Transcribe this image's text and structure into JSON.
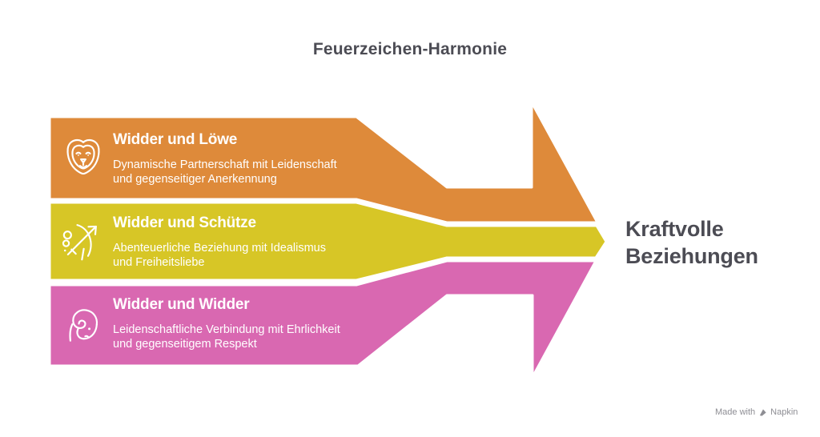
{
  "title": "Feuerzeichen-Harmonie",
  "bands": [
    {
      "icon": "leo-icon",
      "heading": "Widder und Löwe",
      "desc_line1": "Dynamische Partnerschaft mit Leidenschaft",
      "desc_line2": "und gegenseitiger Anerkennung",
      "color": "#DE8A3A"
    },
    {
      "icon": "sagittarius-icon",
      "heading": "Widder und Schütze",
      "desc_line1": "Abenteuerliche Beziehung mit Idealismus",
      "desc_line2": "und Freiheitsliebe",
      "color": "#D7C626"
    },
    {
      "icon": "aries-icon",
      "heading": "Widder und Widder",
      "desc_line1": "Leidenschaftliche Verbindung mit Ehrlichkeit",
      "desc_line2": "und gegenseitigem Respekt",
      "color": "#D968B1"
    }
  ],
  "result": {
    "line1": "Kraftvolle",
    "line2": "Beziehungen"
  },
  "watermark": {
    "prefix": "Made with",
    "brand": "Napkin"
  },
  "colors": {
    "band_orange": "#DE8A3A",
    "band_yellow": "#D7C626",
    "band_pink": "#D968B1",
    "dark_text": "#4C4C54",
    "band_text": "#FFFFFF",
    "watermark_text": "#8E8E94",
    "background": "#FFFFFF"
  }
}
